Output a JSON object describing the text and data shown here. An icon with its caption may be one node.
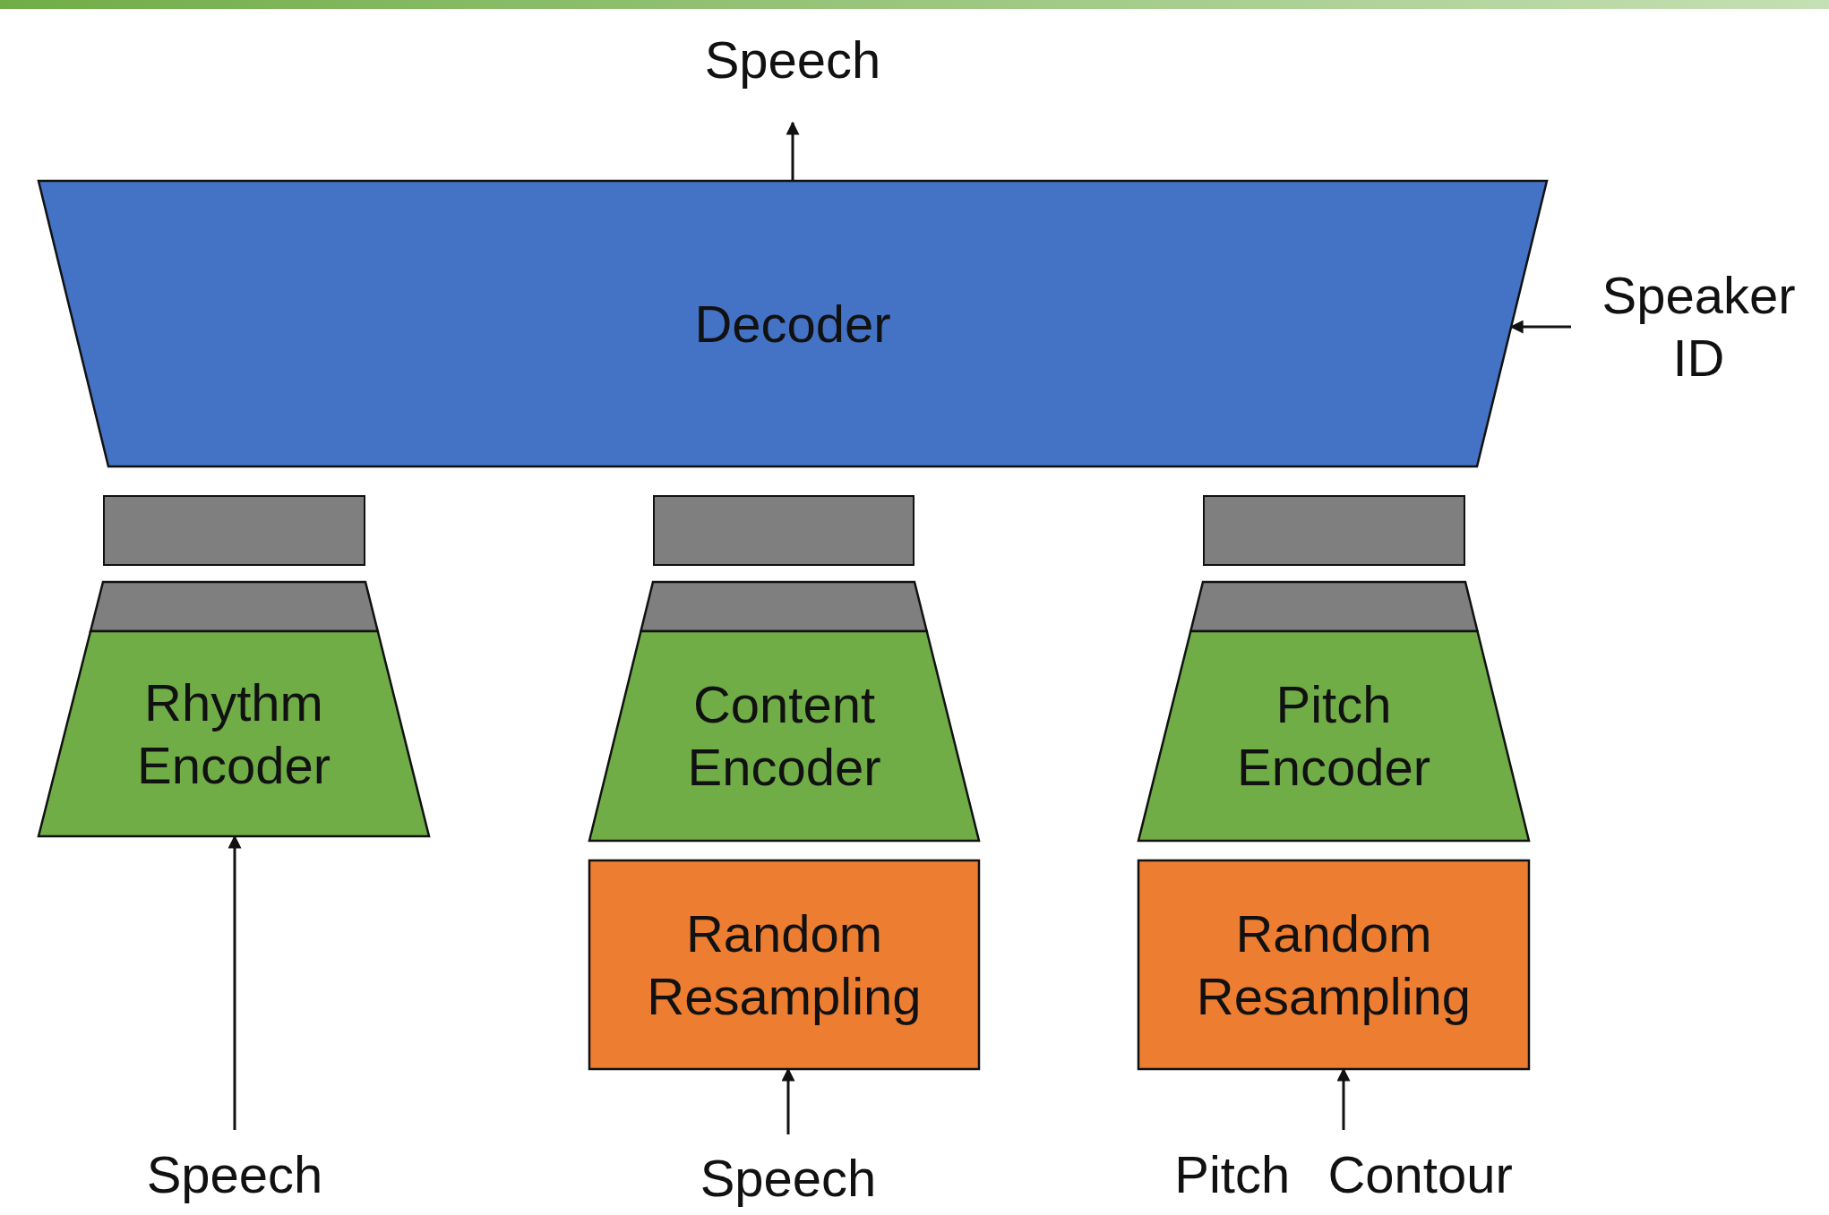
{
  "diagram": {
    "nodes": [
      {
        "text": [
          "Speech"
        ]
      },
      {
        "text": [
          "Decoder"
        ]
      },
      {
        "text": [
          "Speaker ID"
        ]
      },
      {
        "text": [],
        "shape": "box"
      },
      {
        "text": [],
        "shape": "box"
      },
      {
        "text": [],
        "shape": "box"
      },
      {
        "text": [
          "Rhythm Encoder"
        ]
      },
      {
        "text": [
          "Content Encoder"
        ]
      },
      {
        "text": [
          "Pitch Encoder"
        ]
      },
      {
        "text": [
          "Random Resampling"
        ]
      },
      {
        "text": [
          "Random Resampling"
        ]
      },
      {
        "text": [
          "Speech"
        ]
      },
      {
        "text": [
          "Speech"
        ]
      },
      {
        "text": [
          "Pitch Contour"
        ]
      }
    ],
    "edges": [
      {
        "from": 1,
        "to": 0,
        "arrow": "to"
      },
      {
        "from": 2,
        "to": 1,
        "arrow": "to"
      },
      {
        "from": 11,
        "to": 6,
        "arrow": "to"
      },
      {
        "from": 12,
        "to": 9,
        "arrow": "to"
      },
      {
        "from": 13,
        "to": 10,
        "arrow": "to"
      }
    ]
  }
}
